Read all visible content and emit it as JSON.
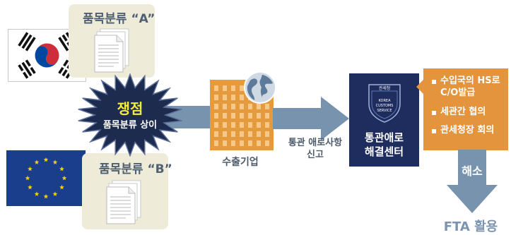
{
  "doc_a": {
    "label": "품목분류 “A”"
  },
  "doc_b": {
    "label": "품목분류 “B”"
  },
  "conflict": {
    "title": "쟁점",
    "subtitle": "품목분류 상이"
  },
  "exporter": {
    "label": "수출기업"
  },
  "report": {
    "line1": "통관 애로사항",
    "line2": "신고"
  },
  "center": {
    "line1": "통관애로",
    "line2": "해결센터",
    "emblem_top": "관세청",
    "emblem_lines": [
      "KOREA",
      "CUSTOMS",
      "SERVICE"
    ]
  },
  "actions": {
    "items": [
      "수입국의 HS로 C/O발급",
      "세관간 협의",
      "관세청장 회의"
    ]
  },
  "resolve": {
    "label": "해소"
  },
  "result": {
    "label": "FTA 활용"
  },
  "colors": {
    "navy": "#1e2c5e",
    "orange": "#e3943c",
    "arrow": "#7893ae",
    "conflict": "#1d2c4e",
    "conflict_title": "#f3ea3e",
    "card": "#eeebd9",
    "eu_blue": "#1a3e8c",
    "eu_star": "#f5d20a"
  }
}
